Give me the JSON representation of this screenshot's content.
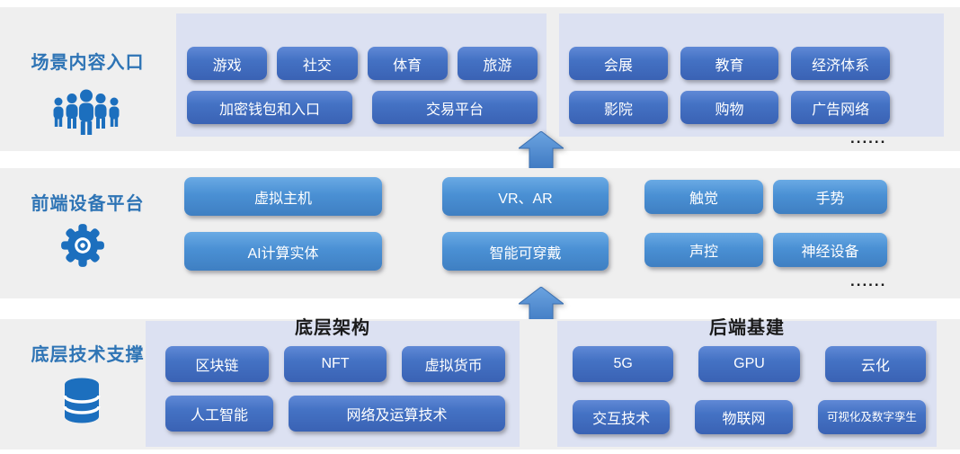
{
  "colors": {
    "band_bg": "#efefef",
    "panel_bg": "#dce1f2",
    "button_dark": "#4472c4",
    "button_light": "#4a90d4",
    "label_blue": "#2e74b5",
    "icon_blue": "#1c6fbe",
    "arrow_blue": "#4e8bd2",
    "button_text": "#ffffff",
    "panel_title_text": "#1a1a1a"
  },
  "bands": {
    "scene": {
      "label": "场景内容入口",
      "icon": "people-group-icon",
      "panel_a": {
        "row1": [
          "游戏",
          "社交",
          "体育",
          "旅游"
        ],
        "row2": [
          "加密钱包和入口",
          "交易平台"
        ]
      },
      "panel_b": {
        "row1": [
          "会展",
          "教育",
          "经济体系"
        ],
        "row2": [
          "影院",
          "购物",
          "广告网络"
        ]
      },
      "more": "......"
    },
    "device": {
      "label": "前端设备平台",
      "icon": "gear-icon",
      "col1": [
        "虚拟主机",
        "AI计算实体"
      ],
      "col2": [
        "VR、AR",
        "智能可穿戴"
      ],
      "col3": [
        "触觉",
        "声控"
      ],
      "col4": [
        "手势",
        "神经设备"
      ],
      "more": "......"
    },
    "tech": {
      "label": "底层技术支撑",
      "icon": "database-icon",
      "panel_c": {
        "title": "底层架构",
        "row1": [
          "区块链",
          "NFT",
          "虚拟货币"
        ],
        "row2": [
          "人工智能",
          "网络及运算技术"
        ]
      },
      "panel_d": {
        "title": "后端基建",
        "row1": [
          "5G",
          "GPU",
          "云化"
        ],
        "row2": [
          "交互技术",
          "物联网",
          "可视化及数字孪生"
        ]
      }
    }
  }
}
